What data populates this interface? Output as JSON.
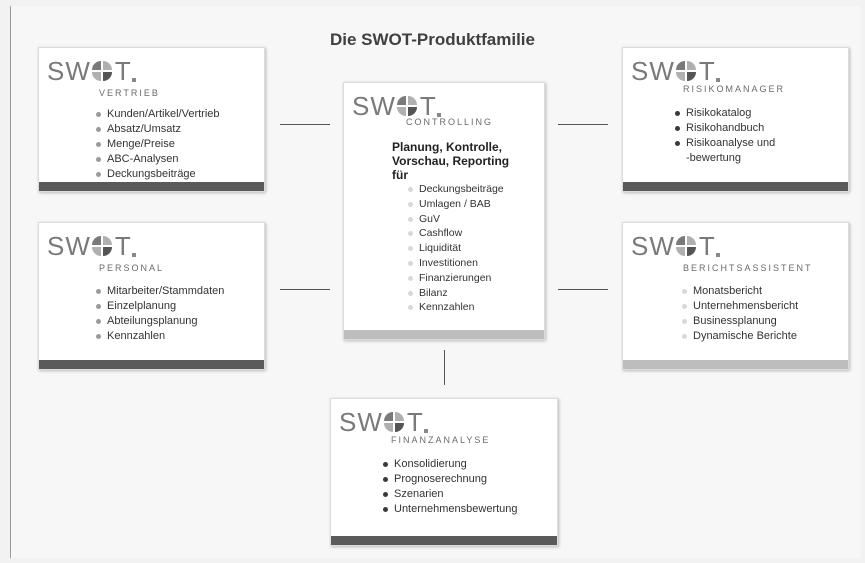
{
  "title": "Die SWOT-Produktfamilie",
  "logo": {
    "s": "S",
    "w": "W",
    "t": "T"
  },
  "vertrieb": {
    "subtitle": "VERTRIEB",
    "items": [
      "Kunden/Artikel/Vertrieb",
      "Absatz/Umsatz",
      "Menge/Preise",
      "ABC-Analysen",
      "Deckungsbeiträge"
    ]
  },
  "personal": {
    "subtitle": "PERSONAL",
    "items": [
      "Mitarbeiter/Stammdaten",
      "Einzelplanung",
      "Abteilungsplanung",
      "Kennzahlen"
    ]
  },
  "controlling": {
    "subtitle": "CONTROLLING",
    "heading": [
      "Planung, Kontrolle,",
      "Vorschau, Reporting",
      "für"
    ],
    "items": [
      "Deckungsbeiträge",
      "Umlagen / BAB",
      "GuV",
      "Cashflow",
      "Liquidität",
      "Investitionen",
      "Finanzierungen",
      "Bilanz",
      "Kennzahlen"
    ]
  },
  "risikomanager": {
    "subtitle": "RISIKOMANAGER",
    "items": [
      "Risikokatalog",
      "Risikohandbuch",
      "Risikoanalyse und",
      "-bewertung"
    ]
  },
  "berichtsassistent": {
    "subtitle": "BERICHTSASSISTENT",
    "items": [
      "Monatsbericht",
      "Unternehmensbericht",
      "Businessplanung",
      "Dynamische Berichte"
    ]
  },
  "finanzanalyse": {
    "subtitle": "FINANZANALYSE",
    "items": [
      "Konsolidierung",
      "Prognoserechnung",
      "Szenarien",
      "Unternehmensbewertung"
    ]
  }
}
